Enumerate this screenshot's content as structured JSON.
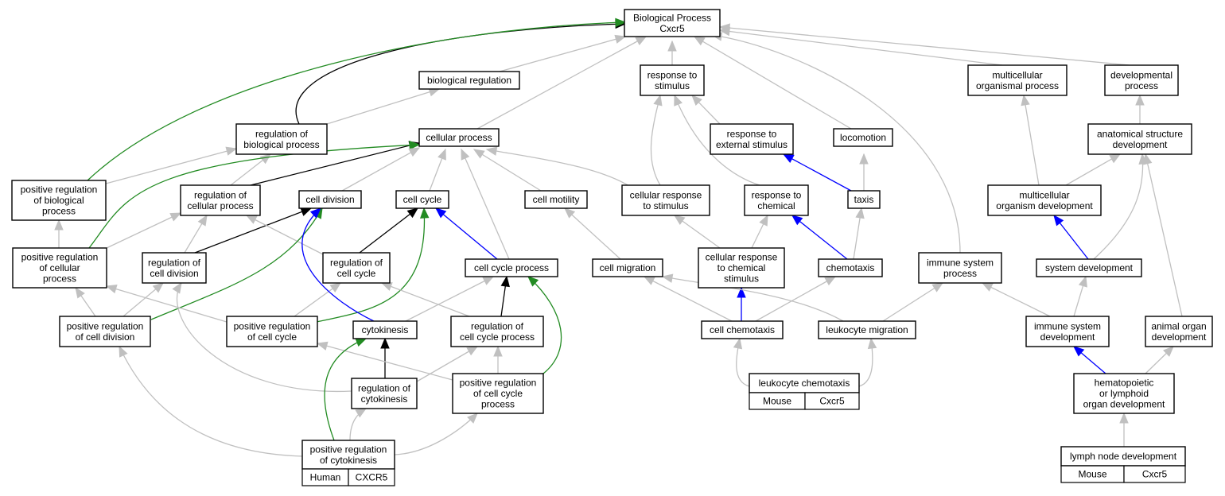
{
  "colors": {
    "gray_edge": "#c0c0c0",
    "black_edge": "#000000",
    "blue_edge": "#0000ff",
    "green_edge": "#228b22",
    "human_cell": "#fa6e50",
    "mouse_cell": "#add8e6"
  },
  "nodes": {
    "root": [
      "Biological Process",
      "Cxcr5"
    ],
    "bioreg": [
      "biological regulation"
    ],
    "resp_stim": [
      "response to",
      "stimulus"
    ],
    "multi_org": [
      "multicellular",
      "organismal process"
    ],
    "dev_proc": [
      "developmental",
      "process"
    ],
    "reg_bio": [
      "regulation of",
      "biological process"
    ],
    "cell_proc": [
      "cellular process"
    ],
    "resp_ext": [
      "response to",
      "external stimulus"
    ],
    "locomotion": [
      "locomotion"
    ],
    "anat_dev": [
      "anatomical structure",
      "development"
    ],
    "pos_reg_bio": [
      "positive regulation",
      "of biological",
      "process"
    ],
    "reg_cell_proc": [
      "regulation of",
      "cellular process"
    ],
    "cell_div": [
      "cell division"
    ],
    "cell_cycle": [
      "cell cycle"
    ],
    "cell_motility": [
      "cell motility"
    ],
    "cell_resp_stim": [
      "cellular response",
      "to stimulus"
    ],
    "resp_chem": [
      "response to",
      "chemical"
    ],
    "taxis": [
      "taxis"
    ],
    "multi_org_dev": [
      "multicellular",
      "organism development"
    ],
    "pos_reg_cell_proc": [
      "positive regulation",
      "of cellular",
      "process"
    ],
    "reg_cell_div": [
      "regulation of",
      "cell division"
    ],
    "reg_cell_cycle": [
      "regulation of",
      "cell cycle"
    ],
    "cc_process": [
      "cell cycle process"
    ],
    "cell_migration": [
      "cell migration"
    ],
    "cell_resp_chem": [
      "cellular response",
      "to chemical",
      "stimulus"
    ],
    "chemotaxis": [
      "chemotaxis"
    ],
    "immune_proc": [
      "immune system",
      "process"
    ],
    "sys_dev": [
      "system development"
    ],
    "pos_reg_cell_div": [
      "positive regulation",
      "of cell division"
    ],
    "pos_reg_cc": [
      "positive regulation",
      "of cell cycle"
    ],
    "cytokinesis": [
      "cytokinesis"
    ],
    "reg_ccp": [
      "regulation of",
      "cell cycle process"
    ],
    "cell_chemotaxis": [
      "cell chemotaxis"
    ],
    "leuk_mig": [
      "leukocyte migration"
    ],
    "immune_dev": [
      "immune system",
      "development"
    ],
    "animal_organ": [
      "animal organ",
      "development"
    ],
    "reg_cytokinesis": [
      "regulation of",
      "cytokinesis"
    ],
    "pos_reg_ccp": [
      "positive regulation",
      "of cell cycle",
      "process"
    ],
    "hemato": [
      "hematopoietic",
      "or lymphoid",
      "organ development"
    ],
    "pos_reg_cytokinesis": [
      "positive regulation",
      "of cytokinesis"
    ],
    "leuk_chemotaxis": [
      "leukocyte chemotaxis"
    ],
    "lymph_node": [
      "lymph node development"
    ]
  },
  "annotations": {
    "pos_reg_cytokinesis": [
      "Human",
      "CXCR5"
    ],
    "leuk_chemotaxis": [
      "Mouse",
      "Cxcr5"
    ],
    "lymph_node": [
      "Mouse",
      "Cxcr5"
    ]
  }
}
